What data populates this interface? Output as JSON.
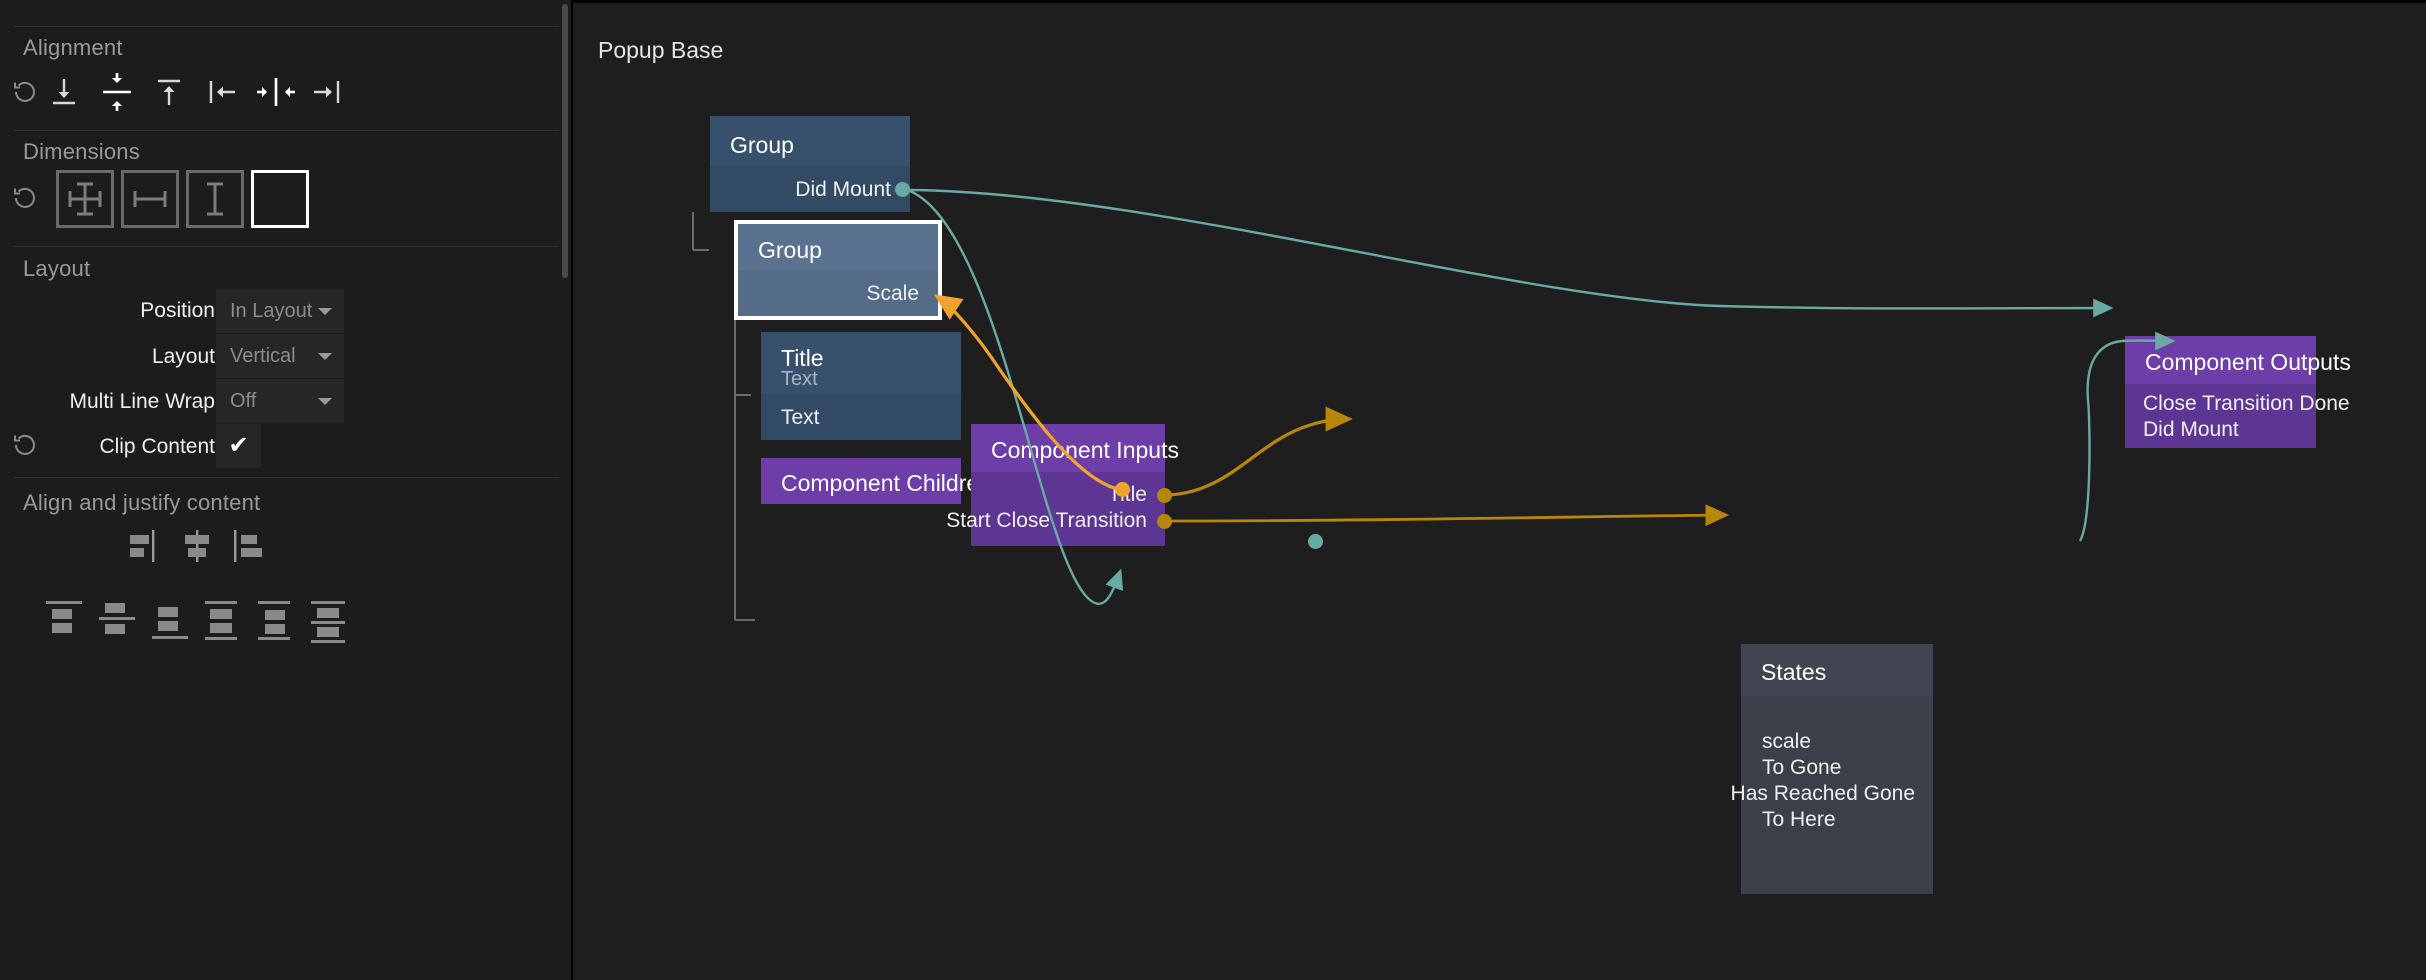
{
  "inspector": {
    "sections": [
      {
        "id": "alignment",
        "title": "Alignment"
      },
      {
        "id": "dimensions",
        "title": "Dimensions"
      },
      {
        "id": "layout",
        "title": "Layout"
      },
      {
        "id": "align_justify",
        "title": "Align and justify content"
      }
    ],
    "alignment_buttons": [
      {
        "name": "reset-alignment-icon",
        "label": "Reset Alignment"
      },
      {
        "name": "align-bottom-icon",
        "label": "Align Bottom"
      },
      {
        "name": "align-vertical-center-icon",
        "label": "Align Vertical Center"
      },
      {
        "name": "align-top-icon",
        "label": "Align Top"
      },
      {
        "name": "align-left-icon",
        "label": "Align Left"
      },
      {
        "name": "align-horizontal-center-icon",
        "label": "Align Horizontal Center"
      },
      {
        "name": "align-right-icon",
        "label": "Align Right"
      }
    ],
    "dimension_buttons": [
      {
        "name": "reset-dimensions-icon",
        "label": "Reset Dimensions",
        "active": false
      },
      {
        "name": "size-both-icon",
        "label": "Fit Width And Height",
        "active": false
      },
      {
        "name": "size-width-icon",
        "label": "Fit Width",
        "active": false
      },
      {
        "name": "size-height-icon",
        "label": "Fit Height",
        "active": false
      },
      {
        "name": "size-fixed-icon",
        "label": "Fixed Size",
        "active": true
      }
    ],
    "layout_rows": [
      {
        "label": "Position",
        "value": "In Layout",
        "type": "select",
        "has_reset": false
      },
      {
        "label": "Layout",
        "value": "Vertical",
        "type": "select",
        "has_reset": false
      },
      {
        "label": "Multi Line Wrap",
        "value": "Off",
        "type": "select",
        "has_reset": false
      },
      {
        "label": "Clip Content",
        "value": "✔",
        "type": "checkbox",
        "has_reset": true
      }
    ],
    "justify_buttons": [
      {
        "name": "justify-start-icon",
        "label": "Justify Start"
      },
      {
        "name": "justify-center-icon",
        "label": "Justify Center"
      },
      {
        "name": "justify-end-icon",
        "label": "Justify End"
      }
    ],
    "align_content_buttons": [
      {
        "name": "align-content-start-icon",
        "label": "Align Content Start"
      },
      {
        "name": "align-content-center-icon",
        "label": "Align Content Center"
      },
      {
        "name": "align-content-end-icon",
        "label": "Align Content End"
      },
      {
        "name": "align-content-space-between-icon",
        "label": "Space Between"
      },
      {
        "name": "align-content-space-around-icon",
        "label": "Space Around"
      },
      {
        "name": "align-content-space-evenly-icon",
        "label": "Space Evenly"
      }
    ]
  },
  "canvas": {
    "title": "Popup Base",
    "nodes": [
      {
        "id": "group-outer",
        "title": "Group",
        "subtitle": "",
        "style": "n-blue",
        "selected": false,
        "ports": [
          {
            "label": "Did Mount",
            "side": "out",
            "dot": "teal"
          }
        ]
      },
      {
        "id": "group-inner",
        "title": "Group",
        "subtitle": "",
        "style": "n-bluelight",
        "selected": true,
        "ports": [
          {
            "label": "Scale",
            "side": "out",
            "dot": "arrow-orange"
          }
        ]
      },
      {
        "id": "title-text",
        "title": "Title",
        "subtitle": "Text",
        "style": "n-blue",
        "selected": false,
        "ports": [
          {
            "label": "Text",
            "side": "in",
            "dot": "arrow-gold"
          }
        ]
      },
      {
        "id": "component-children",
        "title": "Component Children",
        "subtitle": "",
        "style": "n-purple",
        "selected": false,
        "ports": []
      },
      {
        "id": "component-inputs",
        "title": "Component Inputs",
        "subtitle": "",
        "style": "n-purple",
        "selected": false,
        "ports": [
          {
            "label": "Title",
            "side": "out",
            "dot": "gold"
          },
          {
            "label": "Start Close Transition",
            "side": "out",
            "dot": "gold"
          }
        ]
      },
      {
        "id": "states",
        "title": "States",
        "subtitle": "",
        "style": "n-gray",
        "selected": false,
        "ports": [
          {
            "label": "scale",
            "side": "in",
            "dot": "orange"
          },
          {
            "label": "To Gone",
            "side": "in",
            "dot": "arrow-gold"
          },
          {
            "label": "Has Reached Gone",
            "side": "out",
            "dot": "teal"
          },
          {
            "label": "To Here",
            "side": "in",
            "dot": "arrow-teal"
          }
        ]
      },
      {
        "id": "component-outputs",
        "title": "Component Outputs",
        "subtitle": "",
        "style": "n-purple",
        "selected": false,
        "ports": [
          {
            "label": "Close Transition Done",
            "side": "in",
            "dot": "arrow-teal"
          },
          {
            "label": "Did Mount",
            "side": "in",
            "dot": "arrow-teal"
          }
        ]
      }
    ],
    "connections": [
      {
        "from": "group-outer.Did Mount",
        "to": "component-outputs.Did Mount",
        "color": "teal"
      },
      {
        "from": "group-outer.Did Mount",
        "to": "states.To Here",
        "color": "teal"
      },
      {
        "from": "states.scale",
        "to": "group-inner.Scale",
        "color": "orange"
      },
      {
        "from": "component-inputs.Title",
        "to": "title-text.Text",
        "color": "gold"
      },
      {
        "from": "component-inputs.Start Close Transition",
        "to": "states.To Gone",
        "color": "gold"
      },
      {
        "from": "states.Has Reached Gone",
        "to": "component-outputs.Close Transition Done",
        "color": "teal"
      }
    ]
  },
  "colors": {
    "panel_bg": "#1c1c1c",
    "canvas_bg": "#1e1e1e",
    "node_blue": "#37506c",
    "node_blue_light": "#5a7290",
    "node_purple": "#6d3da8",
    "node_gray": "#414551",
    "wire_teal": "#6aaaa4",
    "wire_orange": "#f0a32e",
    "wire_gold": "#b8860b",
    "selection": "#ffffff"
  }
}
